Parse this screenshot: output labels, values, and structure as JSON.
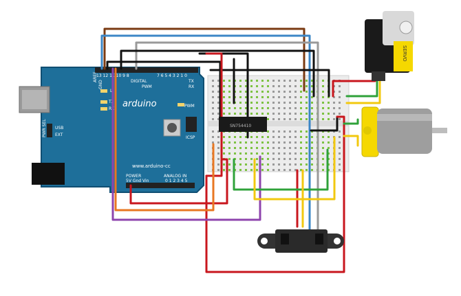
{
  "arduino": {
    "brand": "arduino",
    "website": "www.arduino-cc",
    "digital_label": "DIGITAL",
    "power_label": "POWER",
    "analog_label": "ANALOG IN",
    "analog_pins": "0 1 2 3 4 5",
    "power_pins": "5V Gnd Vin",
    "digital_pin_numbers": "7 6 5 4 3 2 1 0",
    "digital_pin_numbers_high": "13 12 11 10 9 8",
    "aref": "AREF",
    "gnd": "GND",
    "tx": "TX",
    "rx": "RX",
    "l": "L",
    "pwm": "PWM",
    "pwr_sel": "PWR SEL",
    "usb": "USB",
    "ext": "EXT",
    "icsp": "ICSP",
    "tx_side": "TX",
    "rx_side": "RX",
    "pwm_side": "PWM"
  },
  "ic": {
    "label": "SN754410"
  },
  "servo": {
    "label": "SERVO"
  },
  "colors": {
    "board": "#1e6f9a",
    "board_edge": "#0f4e72",
    "breadboard": "#ececec",
    "hole_green": "#7dc242",
    "wire_red": "#c8161d",
    "wire_black": "#111111",
    "wire_brown": "#7a3a12",
    "wire_blue": "#3b86c6",
    "wire_gray": "#9a9a9a",
    "wire_orange": "#e87722",
    "wire_purple": "#8e44ad",
    "wire_green": "#2fa23a",
    "wire_yellow": "#f2c80f",
    "motor_yellow": "#f5d800"
  },
  "icons": [
    "usb-connector-icon",
    "power-jack-icon",
    "reset-button-icon",
    "dc-motor-icon",
    "servo-icon",
    "distance-sensor-icon"
  ]
}
